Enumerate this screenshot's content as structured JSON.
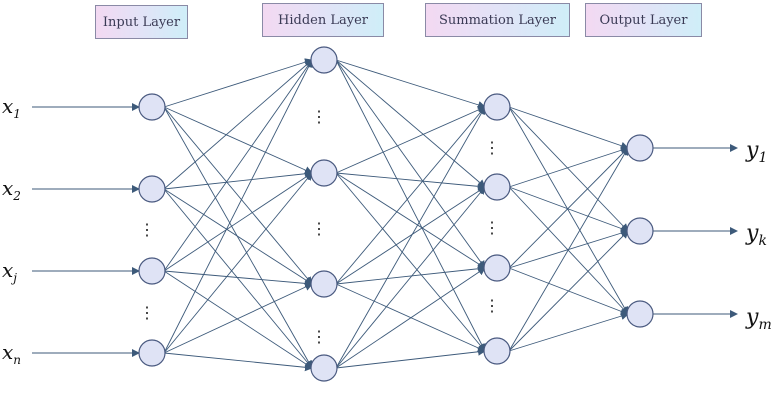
{
  "layers": {
    "input": "Input Layer",
    "hidden": "Hidden Layer",
    "summation": "Summation Layer",
    "output": "Output Layer"
  },
  "inputs": [
    {
      "base": "x",
      "sub": "1"
    },
    {
      "base": "x",
      "sub": "2"
    },
    {
      "base": "x",
      "sub": "j"
    },
    {
      "base": "x",
      "sub": "n"
    }
  ],
  "outputs": [
    {
      "base": "y",
      "sub": "1"
    },
    {
      "base": "y",
      "sub": "k"
    },
    {
      "base": "y",
      "sub": "m"
    }
  ],
  "ellipsis": "⋮",
  "colors": {
    "edge": "#3d5a7a",
    "node_fill": "#dfe3f5",
    "node_stroke": "#4a5a80"
  }
}
